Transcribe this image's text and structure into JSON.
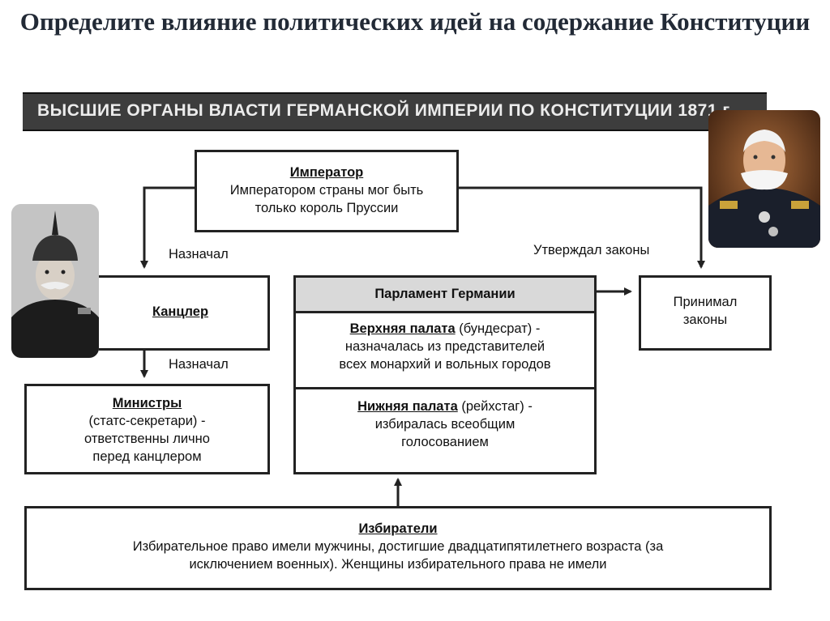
{
  "title": "Определите влияние политических идей на содержание Конституции",
  "banner": "ВЫСШИЕ ОРГАНЫ ВЛАСТИ ГЕРМАНСКОЙ ИМПЕРИИ ПО КОНСТИТУЦИИ 1871 г.",
  "emperor": {
    "heading": "Император",
    "line1": "Императором страны мог быть",
    "line2": "только король Пруссии"
  },
  "chancellor": {
    "heading": "Канцлер"
  },
  "ministers": {
    "heading": "Министры",
    "line1": "(статс-секретари) -",
    "line2": "ответственны лично",
    "line3": "перед канцлером"
  },
  "parliament": {
    "heading": "Парламент Германии",
    "upper_heading": "Верхняя палата",
    "upper_rest": " (бундесрат) -",
    "upper_line2": "назначалась из представителей",
    "upper_line3": "всех монархий и вольных городов",
    "lower_heading": "Нижняя палата",
    "lower_rest": " (рейхстаг) -",
    "lower_line2": "избиралась всеобщим",
    "lower_line3": "голосованием"
  },
  "laws": {
    "line1": "Принимал",
    "line2": "законы"
  },
  "voters": {
    "heading": "Избиратели",
    "line1": "Избирательное право имели мужчины, достигшие двадцатипятилетнего возраста (за",
    "line2": "исключением военных). Женщины избирательного права не имели"
  },
  "labels": {
    "appointed_1": "Назначал",
    "appointed_2": "Назначал",
    "approved": "Утверждал законы"
  }
}
